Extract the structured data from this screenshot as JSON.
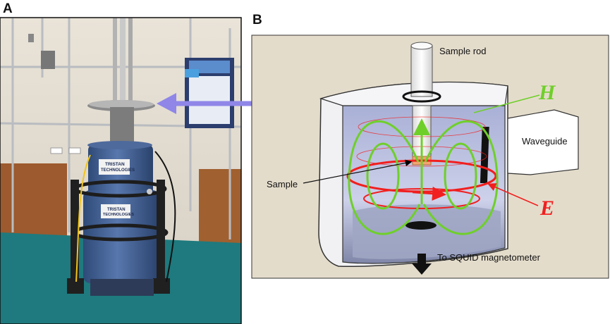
{
  "panel_a": {
    "letter": "A",
    "nameplate_line1": "TRISTAN",
    "nameplate_line2": "TECHNOLOGIES",
    "label2_line1": "TRISTAN",
    "label2_line2": "TECHNOLOGIES"
  },
  "panel_b": {
    "letter": "B",
    "labels": {
      "sample_rod": "Sample rod",
      "waveguide": "Waveguide",
      "sample": "Sample",
      "to_squid": "To SQUID magnetometer",
      "h_field": "H",
      "e_field": "E"
    }
  },
  "colors": {
    "arrow": "#8f86e8",
    "h_field": "#6fcf2a",
    "e_field": "#f11f1f",
    "cavity_bg": "#e4dccb",
    "magnet_blue": "#3f5f93",
    "floor": "#1e7a7e"
  }
}
